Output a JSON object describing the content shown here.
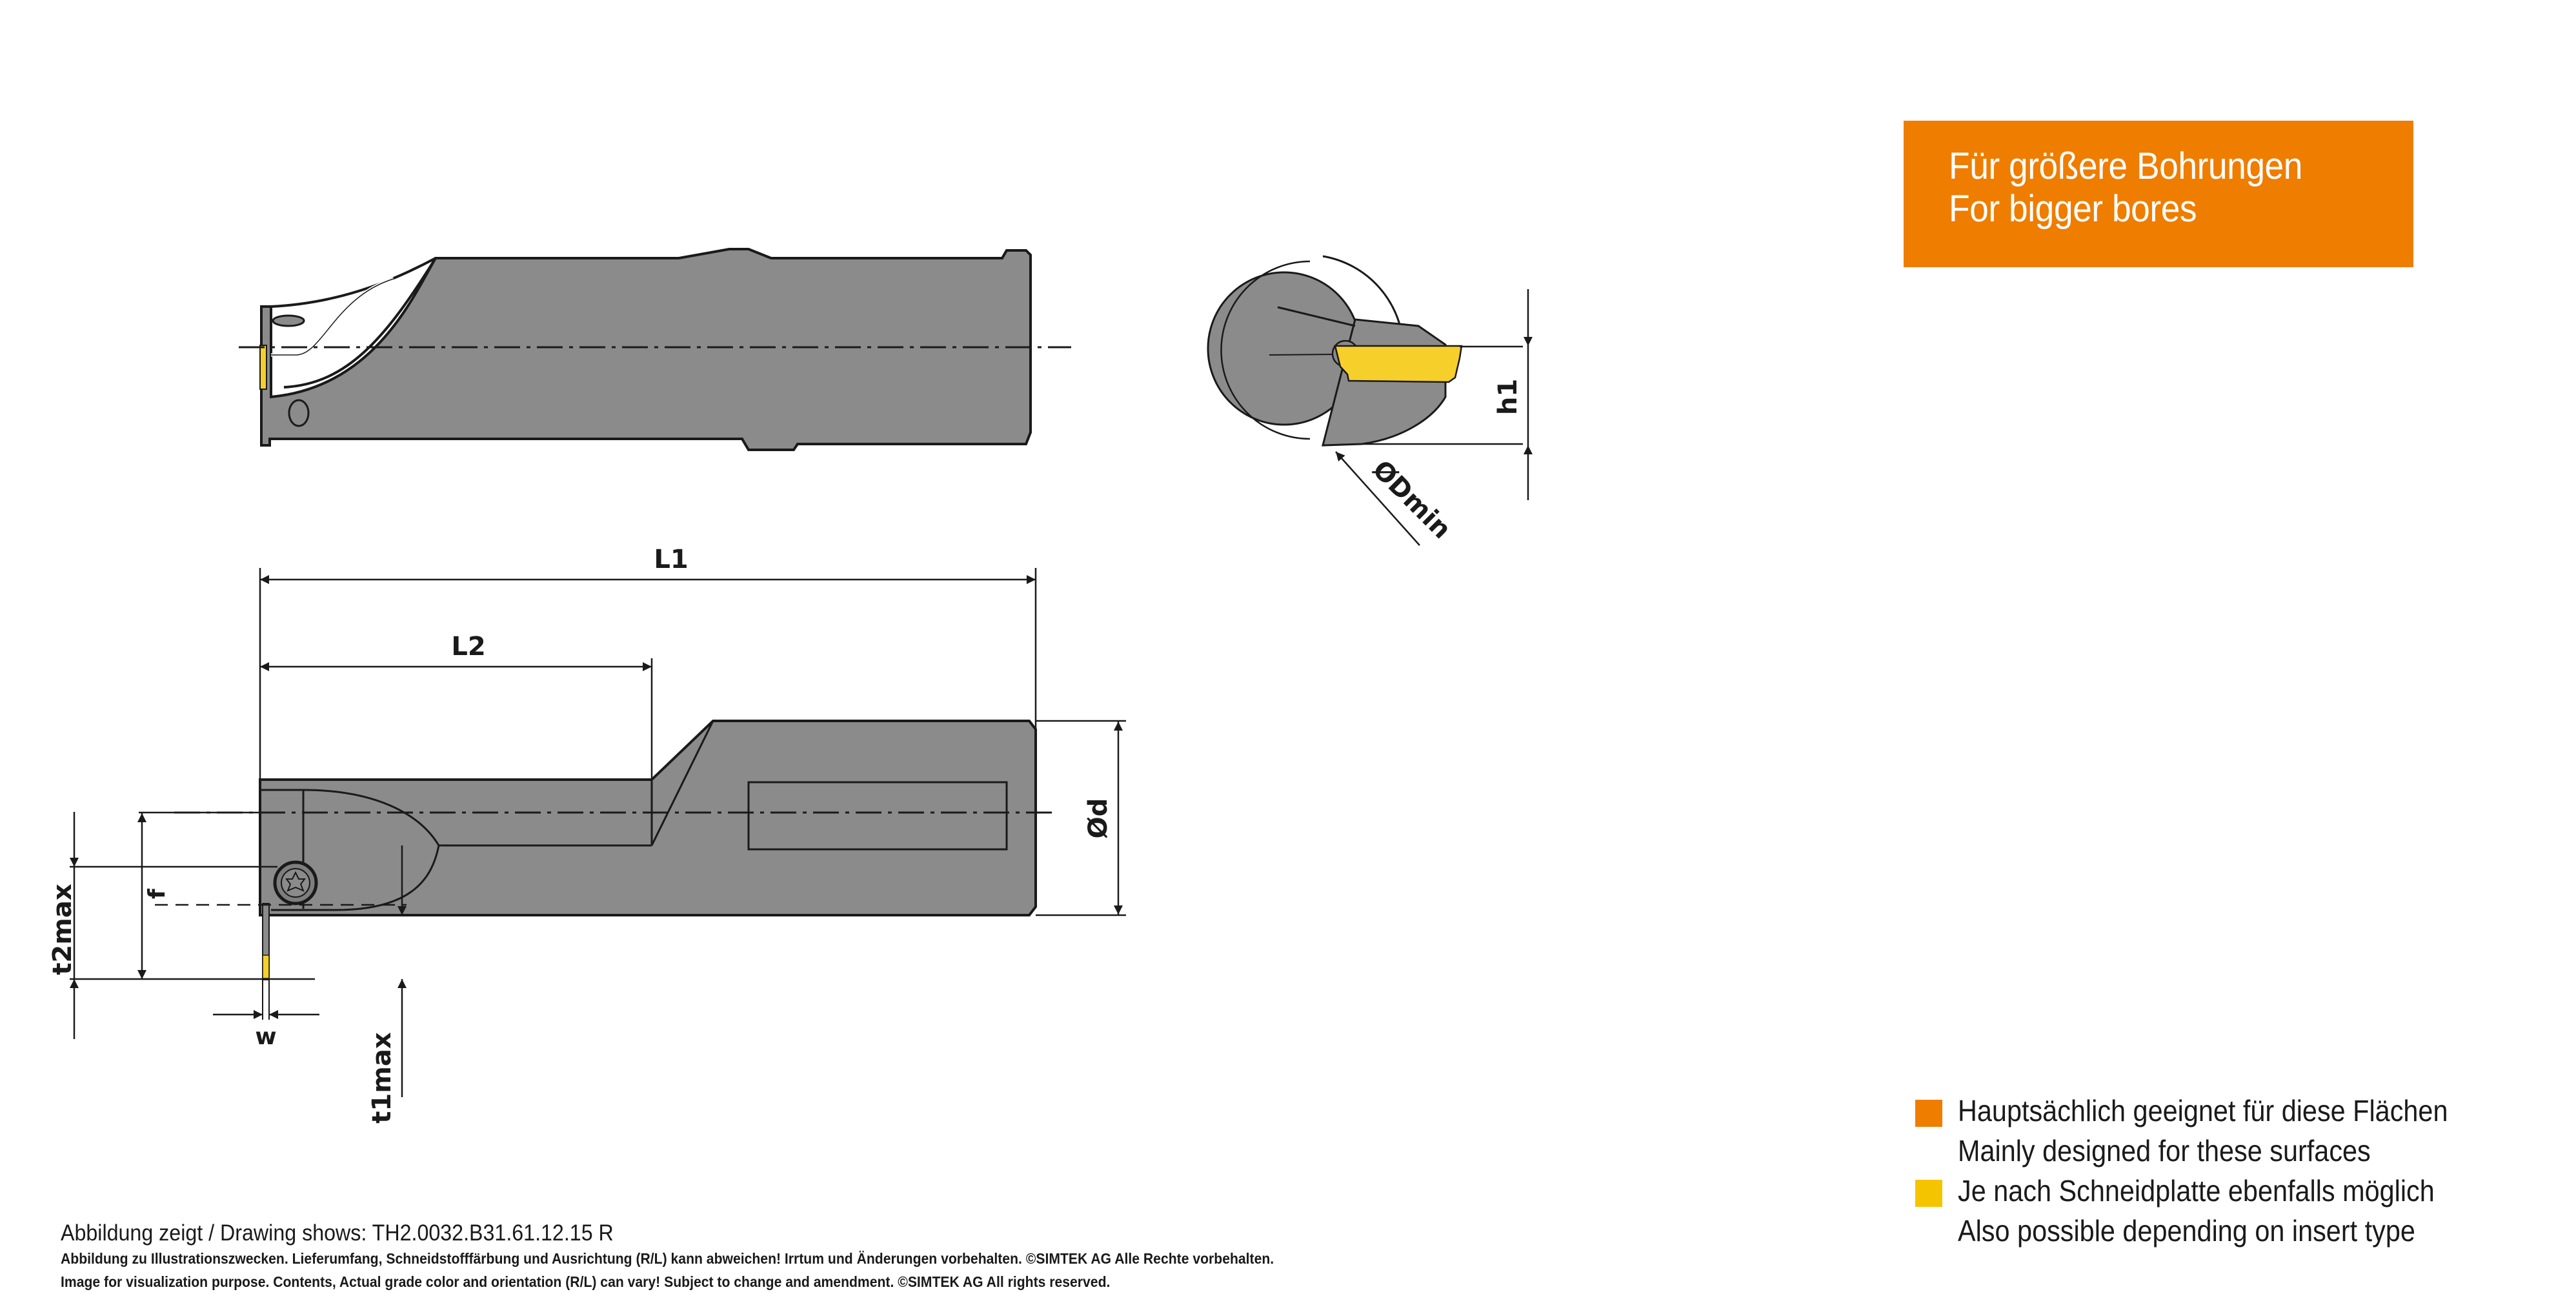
{
  "banner": {
    "line1": "Für größere Bohrungen",
    "line2": "For bigger bores",
    "color": "#ef7d00"
  },
  "dimensions": {
    "L1": "L1",
    "L2": "L2",
    "d": "Ød",
    "h1": "h1",
    "Dmin": "ØDmin",
    "t2max": "t2max",
    "t1max": "t1max",
    "f": "f",
    "w": "w"
  },
  "legend": {
    "items": [
      {
        "color": "#ef7d00",
        "line1": "Hauptsächlich geeignet für diese Flächen",
        "line2": "Mainly designed for these surfaces"
      },
      {
        "color": "#f5c400",
        "line1": "Je nach Schneidplatte ebenfalls möglich",
        "line2": "Also possible depending on insert type"
      }
    ]
  },
  "footer": {
    "drawing_shows": "Abbildung zeigt / Drawing shows: TH2.0032.B31.61.12.15 R",
    "disclaimer_de": "Abbildung zu Illustrationszwecken. Lieferumfang, Schneidstofffärbung und Ausrichtung (R/L) kann abweichen! Irrtum und Änderungen vorbehalten. ©SIMTEK AG Alle Rechte vorbehalten.",
    "disclaimer_en": "Image for visualization purpose. Contents, Actual grade color and orientation (R/L) can vary! Subject to change and amendment. ©SIMTEK AG All rights reserved."
  },
  "colors": {
    "tool_body": "#8a8b8a",
    "insert": "#f7cf2a",
    "orange_surface": "#ef7d00",
    "yellow_surface": "#e8bf00",
    "outline": "#1a1a1a"
  }
}
